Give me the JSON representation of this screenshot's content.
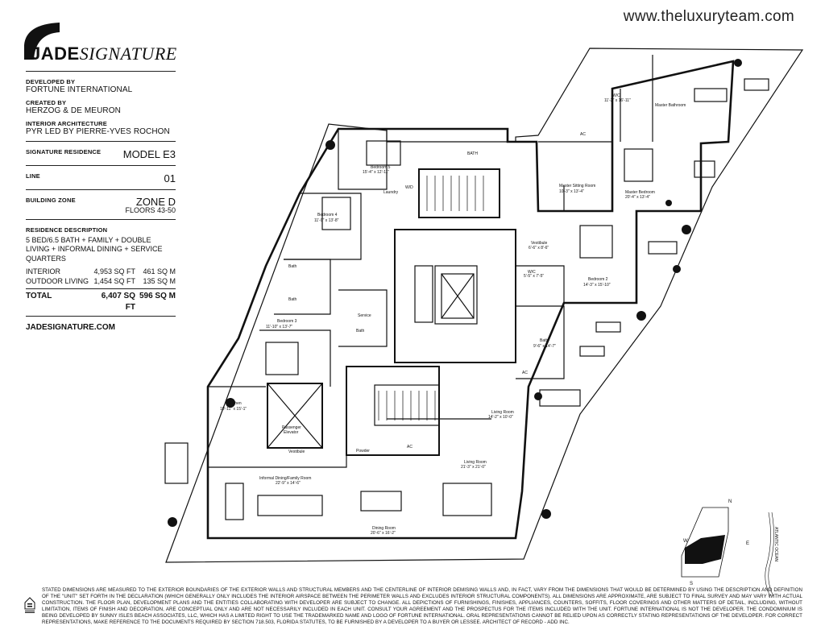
{
  "header": {
    "website": "www.theluxuryteam.com"
  },
  "brand": {
    "logo_bold": "JADE",
    "logo_italic": "SIGNATURE"
  },
  "info": {
    "developed_by_label": "DEVELOPED BY",
    "developed_by": "FORTUNE INTERNATIONAL",
    "created_by_label": "CREATED BY",
    "created_by": "HERZOG & DE MEURON",
    "interior_label": "INTERIOR ARCHITECTURE",
    "interior": "PYR LED BY PIERRE-YVES ROCHON",
    "residence_label": "SIGNATURE RESIDENCE",
    "model": "MODEL E3",
    "line_label": "LINE",
    "line": "01",
    "zone_label": "BUILDING ZONE",
    "zone": "ZONE D",
    "floors": "FLOORS 43-50",
    "description_label": "RESIDENCE DESCRIPTION",
    "description": "5 BED/6.5 BATH + FAMILY + DOUBLE LIVING + INFORMAL DINING + SERVICE QUARTERS",
    "interior_area_label": "INTERIOR",
    "interior_sqft": "4,953 SQ FT",
    "interior_sqm": "461 SQ M",
    "outdoor_label": "OUTDOOR LIVING",
    "outdoor_sqft": "1,454 SQ FT",
    "outdoor_sqm": "135 SQ M",
    "total_label": "TOTAL",
    "total_sqft": "6,407 SQ FT",
    "total_sqm": "596 SQ M",
    "website": "JADESIGNATURE.COM"
  },
  "rooms": {
    "bath_top": "BATH",
    "bedroom5": "Bedroom 5",
    "bedroom5_dim": "15'-4\" x 12'-11\"",
    "laundry": "Laundry",
    "wd": "W/D",
    "bedroom4": "Bedroom 4",
    "bedroom4_dim": "11'-9\" x 13'-8\"",
    "bath_b4": "Bath",
    "bath_b3": "Bath",
    "bedroom3": "Bedroom 3",
    "bedroom3_dim": "11'-10\" x 13'-7\"",
    "service": "Service",
    "service_bath": "Bath",
    "wic_master": "W/C",
    "wic_master_dim": "11'-3\" x 16'-11\"",
    "master_bathroom": "Master Bathroom",
    "ac1": "AC",
    "master_sitting": "Master Sitting Room",
    "master_sitting_dim": "10'-3\" x 13'-4\"",
    "master_bedroom": "Master Bedroom",
    "master_bedroom_dim": "20'-4\" x 13'-4\"",
    "vestibule_top": "Vestibule",
    "vestibule_top_dim": "6'-6\" x 8'-6\"",
    "wic_b2": "W/C",
    "wic_b2_dim": "5'-5\" x 7'-5\"",
    "bedroom2": "Bedroom 2",
    "bedroom2_dim": "14'-3\" x 15'-10\"",
    "bath_b2": "Bath",
    "bath_b2_dim": "9'-6\" x 14'-7\"",
    "ac2": "AC",
    "kitchen": "Kitchen",
    "kitchen_dim": "10'-11\" x 15'-1\"",
    "passenger": "Passenger",
    "elevator": "Elevator",
    "vestibule_low": "Vestibule",
    "living_room1": "Living Room",
    "living_room1_dim": "14'-2\" x 10'-0\"",
    "powder": "Powder",
    "ac3": "AC",
    "living_room2": "Living Room",
    "living_room2_dim": "21'-3\" x 21'-0\"",
    "informal_dining": "Informal Dining/Family Room",
    "informal_dining_dim": "22'-9\" x 14'-6\"",
    "dining_room": "Dining Room",
    "dining_room_dim": "20'-6\" x 16'-2\""
  },
  "compass": {
    "n": "N",
    "s": "S",
    "e": "E",
    "w": "W",
    "ocean": "ATLANTIC OCEAN"
  },
  "footer": {
    "disclaimer": "STATED DIMENSIONS ARE MEASURED TO THE EXTERIOR BOUNDARIES OF THE EXTERIOR WALLS AND STRUCTURAL MEMBERS AND THE CENTERLINE OF INTERIOR DEMISING WALLS AND, IN FACT, VARY FROM THE DIMENSIONS THAT WOULD BE DETERMINED BY USING THE DESCRIPTION AND DEFINITION OF THE \"UNIT\" SET FORTH IN THE DECLARATION (WHICH GENERALLY ONLY INCLUDES THE INTERIOR AIRSPACE BETWEEN THE PERIMETER WALLS AND EXCLUDES INTERIOR STRUCTURAL COMPONENTS). ALL DIMENSIONS ARE APPROXIMATE, ARE SUBJECT TO FINAL SURVEY AND MAY VARY WITH ACTUAL CONSTRUCTION. THE FLOOR PLAN, DEVELOPMENT PLANS AND THE ENTITIES COLLABORATING WITH DEVELOPER ARE SUBJECT TO CHANGE. ALL DEPICTIONS OF FURNISHINGS, FINISHES, APPLIANCES, COUNTERS, SOFFITS, FLOOR COVERINGS AND OTHER MATTERS OF DETAIL, INCLUDING, WITHOUT LIMITATION, ITEMS OF FINISH AND DECORATION, ARE CONCEPTUAL ONLY AND ARE NOT NECESSARILY INCLUDED IN EACH UNIT. CONSULT YOUR AGREEMENT AND THE PROSPECTUS FOR THE ITEMS INCLUDED WITH THE UNIT. FORTUNE INTERNATIONAL IS NOT THE DEVELOPER. THE CONDOMINIUM IS BEING DEVELOPED BY SUNNY ISLES BEACH ASSOCIATES, LLC, WHICH HAS A LIMITED RIGHT TO USE THE TRADEMARKED NAME AND LOGO OF FORTUNE INTERNATIONAL. ORAL REPRESENTATIONS CANNOT BE RELIED UPON AS CORRECTLY STATING REPRESENTATIONS OF THE DEVELOPER. FOR CORRECT REPRESENTATIONS, MAKE REFERENCE TO THE DOCUMENTS REQUIRED BY SECTION 718.503, FLORIDA STATUTES, TO BE FURNISHED BY A DEVELOPER TO A BUYER OR LESSEE. ARCHITECT OF RECORD - ADD INC."
  }
}
